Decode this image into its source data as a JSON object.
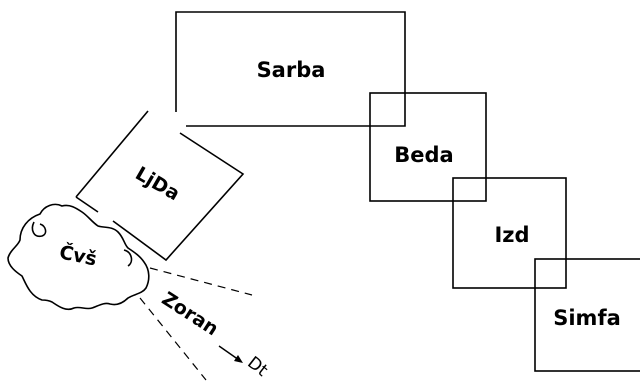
{
  "diagram": {
    "boxes": [
      {
        "id": "sarba",
        "label": "Sarba"
      },
      {
        "id": "beda",
        "label": "Beda"
      },
      {
        "id": "izd",
        "label": "Izd"
      },
      {
        "id": "simfa",
        "label": "Simfa"
      },
      {
        "id": "ljda",
        "label": "LjDa"
      }
    ],
    "head_label": "Čvš",
    "gaze_label": "Zoran",
    "gaze_target": "Dt",
    "colors": {
      "ink": "#000000",
      "background": "#ffffff"
    }
  }
}
